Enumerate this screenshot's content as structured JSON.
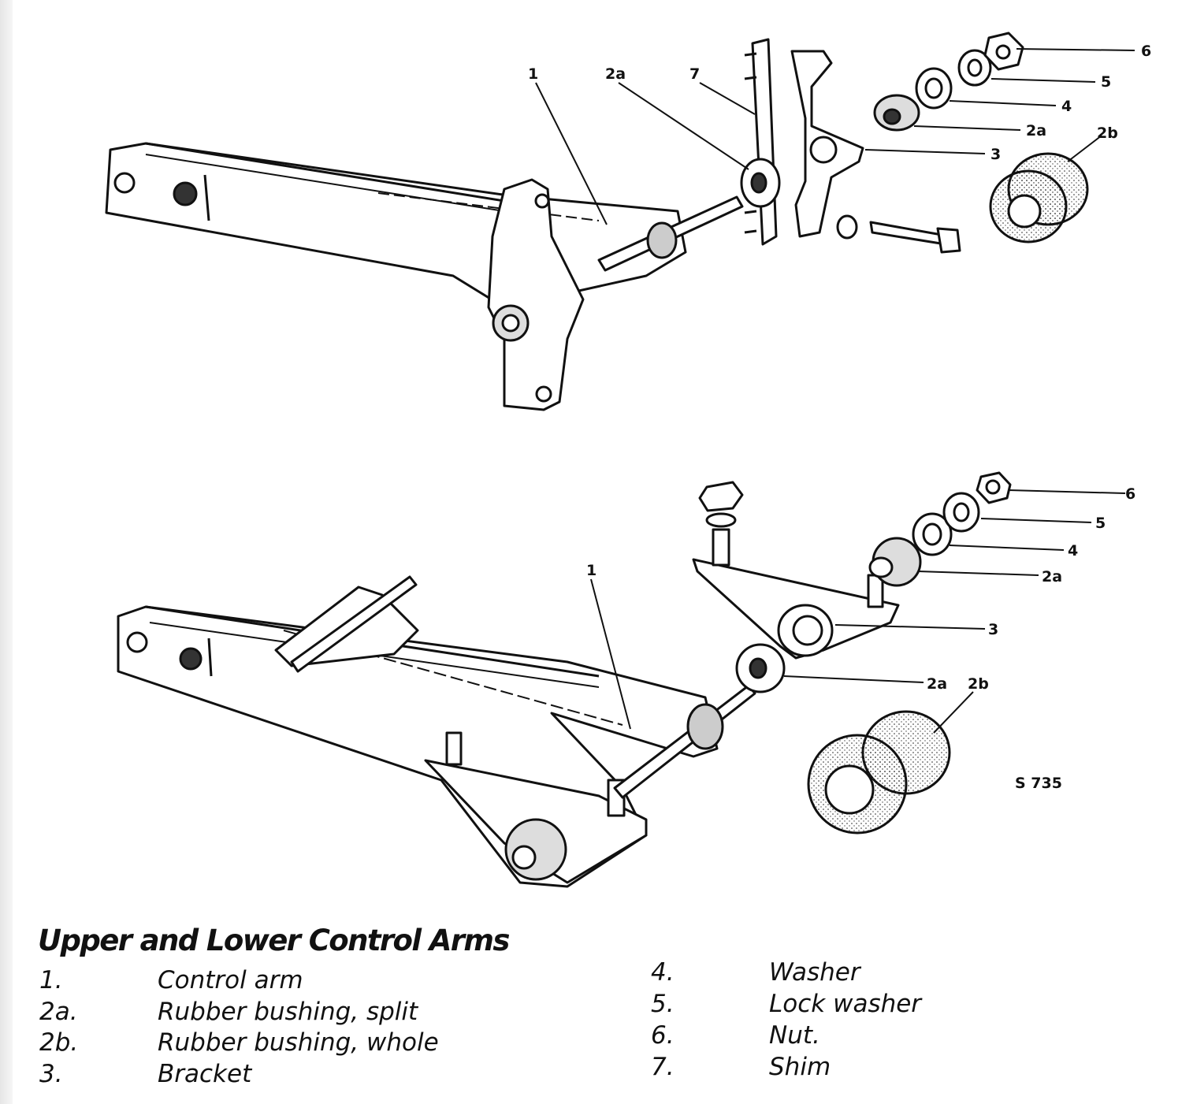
{
  "title": "Upper and Lower Control Arms",
  "figure_code": "S 735",
  "upper_callouts": [
    "1",
    "2a",
    "7",
    "6",
    "5",
    "4",
    "2a",
    "3",
    "2b"
  ],
  "lower_callouts": [
    "1",
    "6",
    "5",
    "4",
    "2a",
    "3",
    "2a",
    "2b"
  ],
  "legend": [
    {
      "num": "1.",
      "text": "Control arm"
    },
    {
      "num": "2a.",
      "text": "Rubber bushing, split"
    },
    {
      "num": "2b.",
      "text": "Rubber bushing, whole"
    },
    {
      "num": "3.",
      "text": "Bracket"
    },
    {
      "num": "4.",
      "text": "Washer"
    },
    {
      "num": "5.",
      "text": "Lock washer"
    },
    {
      "num": "6.",
      "text": "Nut."
    },
    {
      "num": "7.",
      "text": "Shim"
    }
  ]
}
